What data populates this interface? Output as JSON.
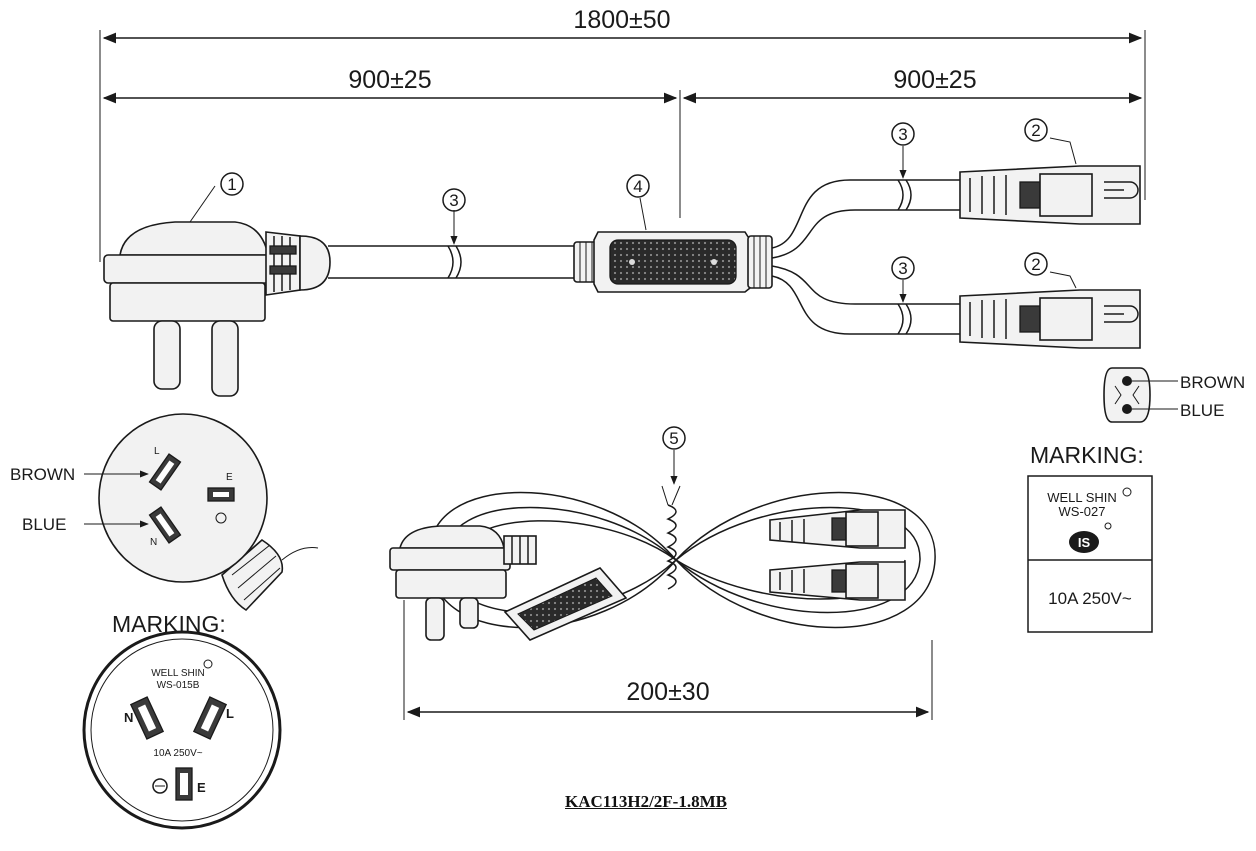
{
  "dimensions": {
    "total": "1800±50",
    "left_segment": "900±25",
    "right_segment": "900±25",
    "bundle_length": "200±30"
  },
  "callouts": {
    "plug": "1",
    "connector_top": "2",
    "connector_bottom": "2",
    "cable_main": "3",
    "cable_top": "3",
    "cable_bottom": "3",
    "splitter": "4",
    "tie": "5"
  },
  "plug_face": {
    "wire_1": "BROWN",
    "wire_2": "BLUE",
    "pin_l": "L",
    "pin_n": "N",
    "pin_e": "E"
  },
  "connector_face": {
    "wire_1": "BROWN",
    "wire_2": "BLUE"
  },
  "plug_marking": {
    "heading": "MARKING:",
    "brand": "WELL SHIN",
    "model": "WS-015B",
    "pin_n": "N",
    "pin_l": "L",
    "pin_e": "E",
    "rating": "10A 250V~"
  },
  "connector_marking": {
    "heading": "MARKING:",
    "brand": "WELL SHIN",
    "model": "WS-027",
    "cert": "IS",
    "rating": "10A 250V~"
  },
  "part_number": "KAC113H2/2F-1.8MB"
}
